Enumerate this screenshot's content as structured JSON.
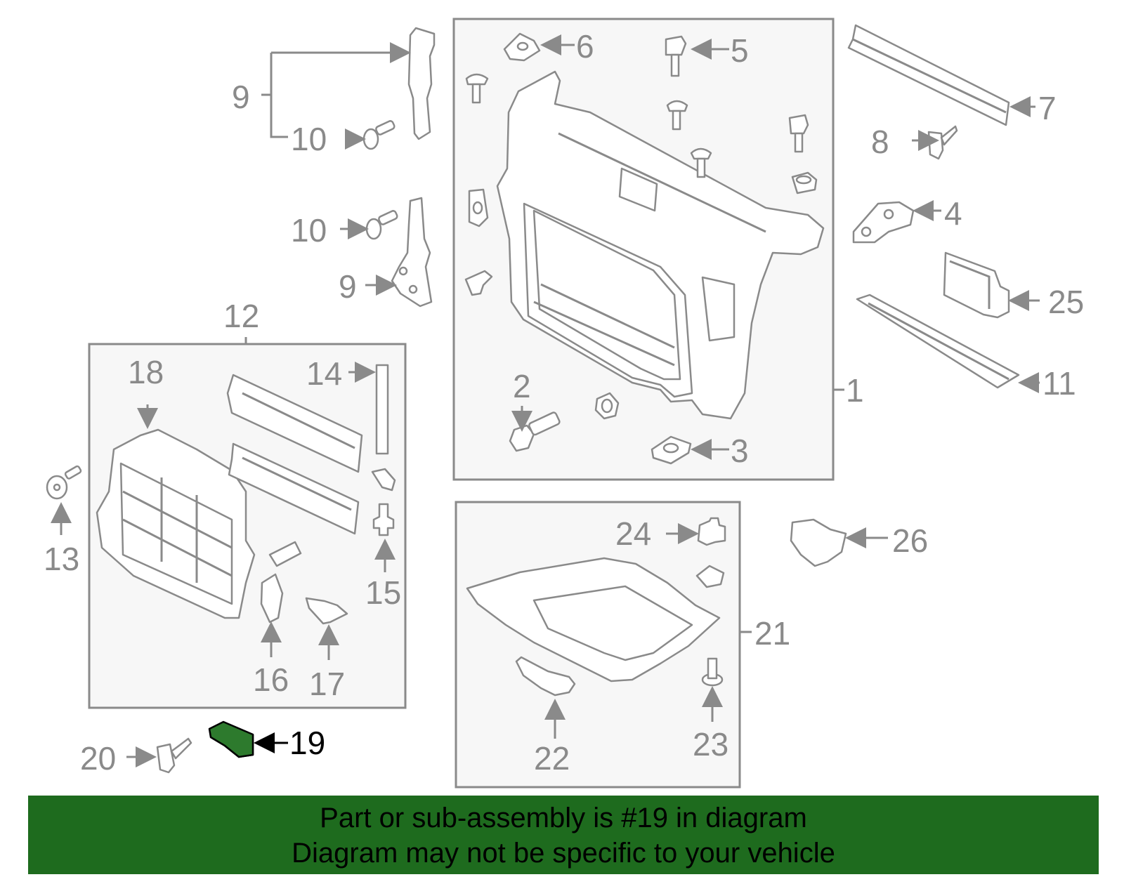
{
  "colors": {
    "banner_bg": "#1e6b1e",
    "highlight_part": "#2d7a2d",
    "line_gray": "#8a8a8a"
  },
  "highlighted_callout": "19",
  "callouts": {
    "c1": "1",
    "c2": "2",
    "c3": "3",
    "c4": "4",
    "c5": "5",
    "c6": "6",
    "c7": "7",
    "c8": "8",
    "c9a": "9",
    "c9b": "9",
    "c10a": "10",
    "c10b": "10",
    "c11": "11",
    "c12": "12",
    "c13": "13",
    "c14": "14",
    "c15": "15",
    "c16": "16",
    "c17": "17",
    "c18": "18",
    "c19": "19",
    "c20": "20",
    "c21": "21",
    "c22": "22",
    "c23": "23",
    "c24": "24",
    "c25": "25",
    "c26": "26"
  },
  "banner": {
    "line1": "Part or sub-assembly is #19 in diagram",
    "line2": "Diagram may not be specific to your vehicle"
  }
}
